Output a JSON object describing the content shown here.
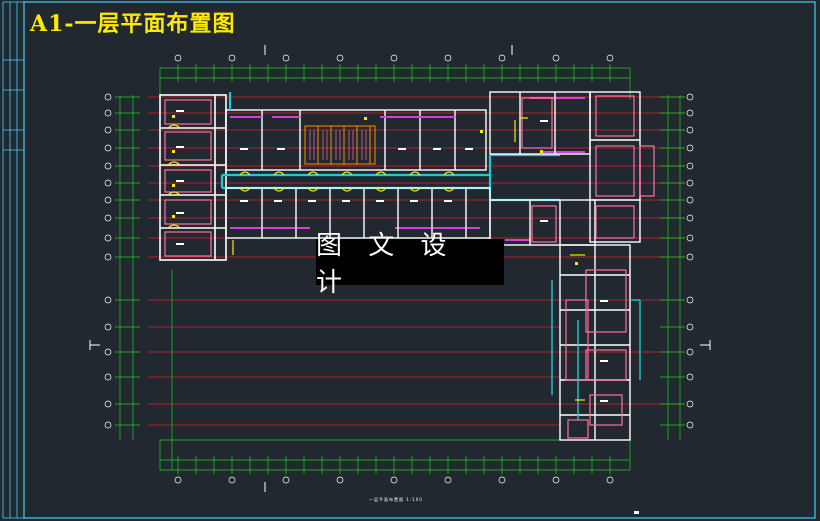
{
  "drawing": {
    "title": "A1-一层平面布置图",
    "watermark": "图 文 设 计",
    "plan_label": "一层平面布置图 1:100",
    "colors": {
      "background": "#212830",
      "title": "#ffe900",
      "frame": "#3fd0ff",
      "axis_green": "#22cc22",
      "axis_red": "#e0202a",
      "wall_white": "#ffffff",
      "wall_pink": "#ff6fa0",
      "corridor_cyan": "#20c8d0",
      "furniture_magenta": "#d040e0",
      "door_yellow": "#ffe900",
      "stair_orange": "#ff8a00"
    }
  }
}
